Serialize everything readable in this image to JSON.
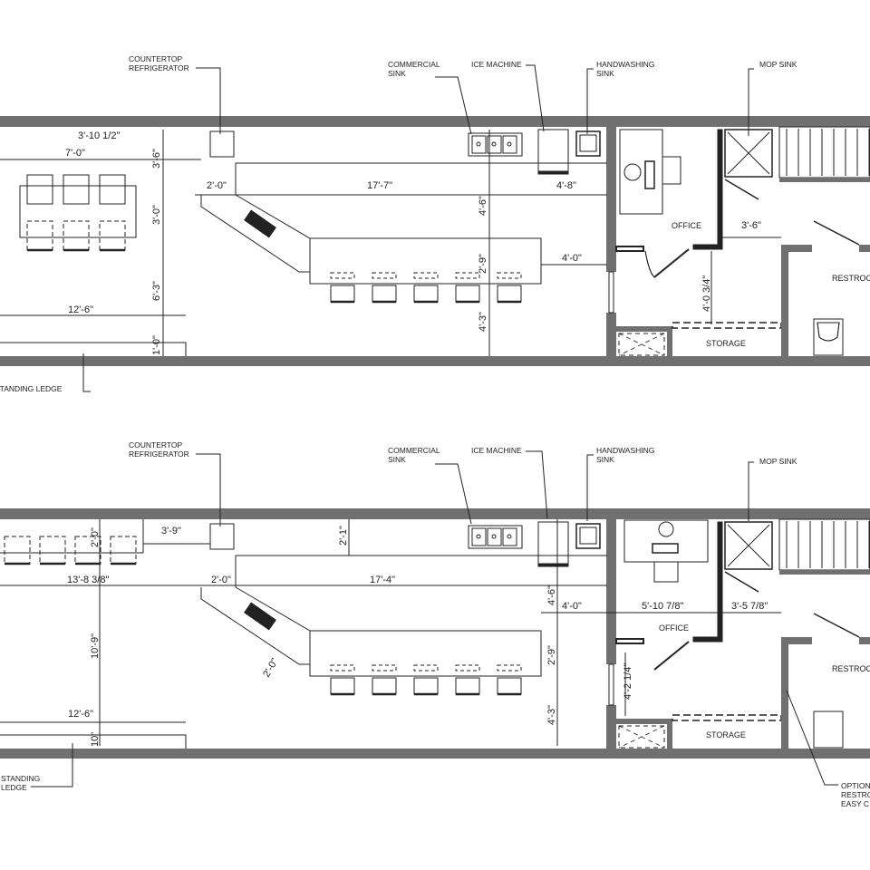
{
  "colors": {
    "wall": "#707070",
    "line": "#222222",
    "background": "#ffffff"
  },
  "plan1": {
    "callouts": {
      "fridge": [
        "COUNTERTOP",
        "REFRIGERATOR"
      ],
      "commercial_sink": [
        "COMMERCIAL",
        "SINK"
      ],
      "ice_machine": [
        "ICE MACHINE"
      ],
      "handwashing_sink": [
        "HANDWASHING",
        "SINK"
      ],
      "mop_sink": [
        "MOP SINK"
      ],
      "standing_ledge": [
        "STANDING LEDGE"
      ]
    },
    "rooms": {
      "office": "OFFICE",
      "storage": "STORAGE",
      "restroom": "RESTROOM"
    },
    "dimensions": {
      "d1": "3'-10 1/2\"",
      "d2": "7'-0\"",
      "d3": "3'-6\"",
      "d4": "3'-0\"",
      "d5": "6'-3\"",
      "d6": "12'-6\"",
      "d7": "1'-0\"",
      "d8": "2'-0\"",
      "d9": "17'-7\"",
      "d10": "4'-6\"",
      "d11": "4'-8\"",
      "d12": "2'-9\"",
      "d13": "4'-0\"",
      "d14": "4'-3\"",
      "d15": "3'-6\"",
      "d16": "4'-0 3/4\""
    }
  },
  "plan2": {
    "callouts": {
      "fridge": [
        "COUNTERTOP",
        "REFRIGERATOR"
      ],
      "commercial_sink": [
        "COMMERCIAL",
        "SINK"
      ],
      "ice_machine": [
        "ICE MACHINE"
      ],
      "handwashing_sink": [
        "HANDWASHING",
        "SINK"
      ],
      "mop_sink": [
        "MOP SINK"
      ],
      "standing_ledge": [
        "STANDING",
        "LEDGE"
      ],
      "optional_restroom": [
        "OPTIONAL",
        "RESTROOM",
        "EASY C"
      ]
    },
    "rooms": {
      "office": "OFFICE",
      "storage": "STORAGE",
      "restroom": "RESTROOM"
    },
    "dimensions": {
      "d1": "2'-0\"",
      "d2": "3'-9\"",
      "d3": "2'-1\"",
      "d4": "13'-8 3/8\"",
      "d5": "2'-0\"",
      "d6": "17'-4\"",
      "d7": "10'-9\"",
      "d8": "2'-0\"",
      "d9": "4'-6\"",
      "d10": "4'-0\"",
      "d11": "5'-10 7/8\"",
      "d12": "3'-5 7/8\"",
      "d13": "2'-9\"",
      "d14": "4'-3\"",
      "d15": "4'-2 1/4\"",
      "d16": "12'-6\"",
      "d17": "10\""
    }
  }
}
